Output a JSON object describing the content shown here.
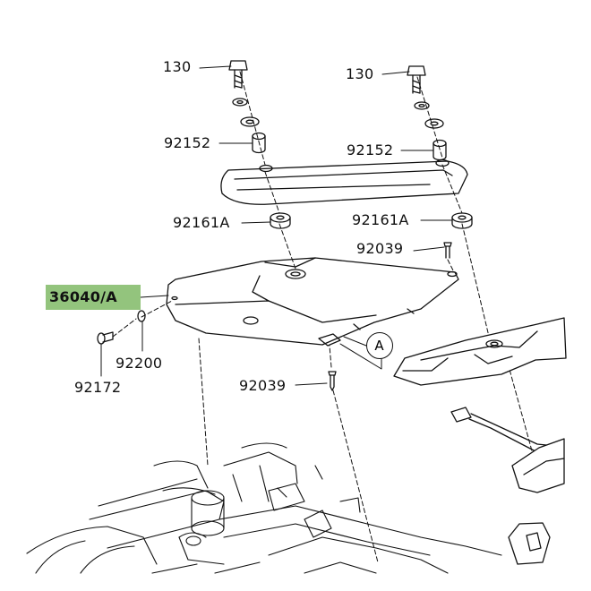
{
  "labels": {
    "bolt_left": "130",
    "bolt_right": "130",
    "collar_left": "92152",
    "collar_right": "92152",
    "damper_left": "92161A",
    "damper_right": "92161A",
    "rivet_upper": "92039",
    "rivet_lower": "92039",
    "cover_part": "36040/A",
    "washer": "92200",
    "screw": "92172",
    "callout": "A"
  },
  "colors": {
    "highlight": "#93c47d",
    "line": "#111111"
  }
}
